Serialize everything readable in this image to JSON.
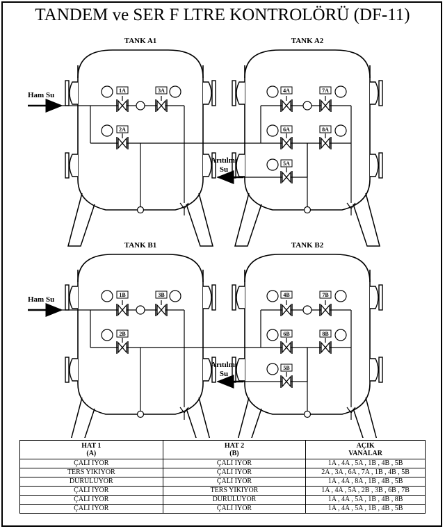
{
  "title": "TANDEM ve SER  F LTRE KONTROLÖRÜ (DF-11)",
  "tanks": {
    "a1": "TANK A1",
    "a2": "TANK A2",
    "b1": "TANK B1",
    "b2": "TANK B2"
  },
  "inlet_label": "Ham Su",
  "outlet_label": {
    "line1": "Arıtılmı",
    "line2": "Su"
  },
  "valves": {
    "v1a": "1A",
    "v2a": "2A",
    "v3a": "3A",
    "v4a": "4A",
    "v5a": "5A",
    "v6a": "6A",
    "v7a": "7A",
    "v8a": "8A",
    "v1b": "1B",
    "v2b": "2B",
    "v3b": "3B",
    "v4b": "4B",
    "v5b": "5B",
    "v6b": "6B",
    "v7b": "7B",
    "v8b": "8B"
  },
  "table": {
    "headers": {
      "hat1": {
        "line1": "HAT 1",
        "line2": "(A)"
      },
      "hat2": {
        "line1": "HAT 2",
        "line2": "(B)"
      },
      "open": {
        "line1": "AÇIK",
        "line2": "VANALAR"
      }
    },
    "rows": [
      {
        "hat1": "ÇALI IYOR",
        "hat2": "ÇALI IYOR",
        "open": "1A , 4A , 5A , 1B , 4B , 5B"
      },
      {
        "hat1": "TERS YIKIYOR",
        "hat2": "ÇALI IYOR",
        "open": "2A , 3A , 6A , 7A , 1B , 4B , 5B"
      },
      {
        "hat1": "DURULUYOR",
        "hat2": "ÇALI IYOR",
        "open": "1A , 4A , 8A , 1B , 4B , 5B"
      },
      {
        "hat1": "ÇALI IYOR",
        "hat2": "TERS YIKIYOR",
        "open": "1A , 4A , 5A , 2B , 3B , 6B , 7B"
      },
      {
        "hat1": "ÇALI IYOR",
        "hat2": "DURULUYOR",
        "open": "1A , 4A , 5A , 1B , 4B , 8B"
      },
      {
        "hat1": "ÇALI IYOR",
        "hat2": "ÇALI IYOR",
        "open": "1A , 4A , 5A , 1B , 4B , 5B"
      }
    ]
  }
}
